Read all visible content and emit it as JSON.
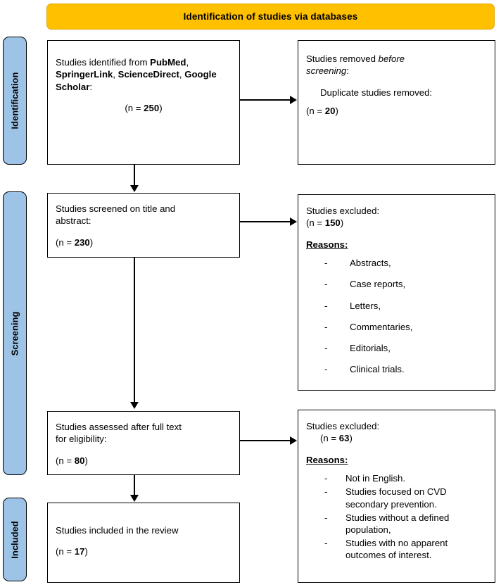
{
  "header": {
    "title": "Identification of studies via databases"
  },
  "phases": [
    {
      "id": "identification",
      "label": "Identification"
    },
    {
      "id": "screening",
      "label": "Screening"
    },
    {
      "id": "included",
      "label": "Included"
    }
  ],
  "boxes": {
    "identified": {
      "line1_prefix": "Studies identified from ",
      "source1": "PubMed",
      "sep1": ", ",
      "source2": "SpringerLink",
      "sep2": ", ",
      "source3": "ScienceDirect",
      "sep3": ", ",
      "source4": "Google Scholar",
      "suffix": ":",
      "count_prefix": "(n = ",
      "count": "250",
      "count_suffix": ")"
    },
    "removed": {
      "line1": "Studies removed ",
      "line1_italic": "before",
      "line2_italic": "screening",
      "line2_suffix": ":",
      "line3": "Duplicate studies removed:",
      "count_prefix": "(n = ",
      "count": "20",
      "count_suffix": ")"
    },
    "screened": {
      "line1": "Studies screened on title and",
      "line2": "abstract:",
      "count_prefix": "(n = ",
      "count": "230",
      "count_suffix": ")"
    },
    "excluded_screening": {
      "line1": "Studies excluded:",
      "count_prefix": "(n = ",
      "count": "150",
      "count_suffix": ")",
      "reasons_label": "Reasons:",
      "reasons": [
        "Abstracts,",
        "Case reports,",
        "Letters,",
        "Commentaries,",
        "Editorials,",
        "Clinical trials."
      ]
    },
    "assessed": {
      "line1": "Studies assessed after full text",
      "line2": "for eligibility:",
      "count_prefix": "(n = ",
      "count": "80",
      "count_suffix": ")"
    },
    "excluded_eligibility": {
      "line1": "Studies excluded:",
      "count_prefix": "(n = ",
      "count": "63",
      "count_suffix": ")",
      "reasons_label": "Reasons:",
      "reasons": [
        "Not in English.",
        "Studies focused on CVD secondary prevention.",
        "Studies without a defined population,",
        "Studies with no apparent outcomes of interest."
      ]
    },
    "included": {
      "line1": "Studies included in the review",
      "count_prefix": "(n = ",
      "count": "17",
      "count_suffix": ")"
    }
  },
  "colors": {
    "banner": "#FFC000",
    "phase_bar": "#9DC3E6",
    "stroke": "#000000",
    "background": "#FFFFFF"
  }
}
